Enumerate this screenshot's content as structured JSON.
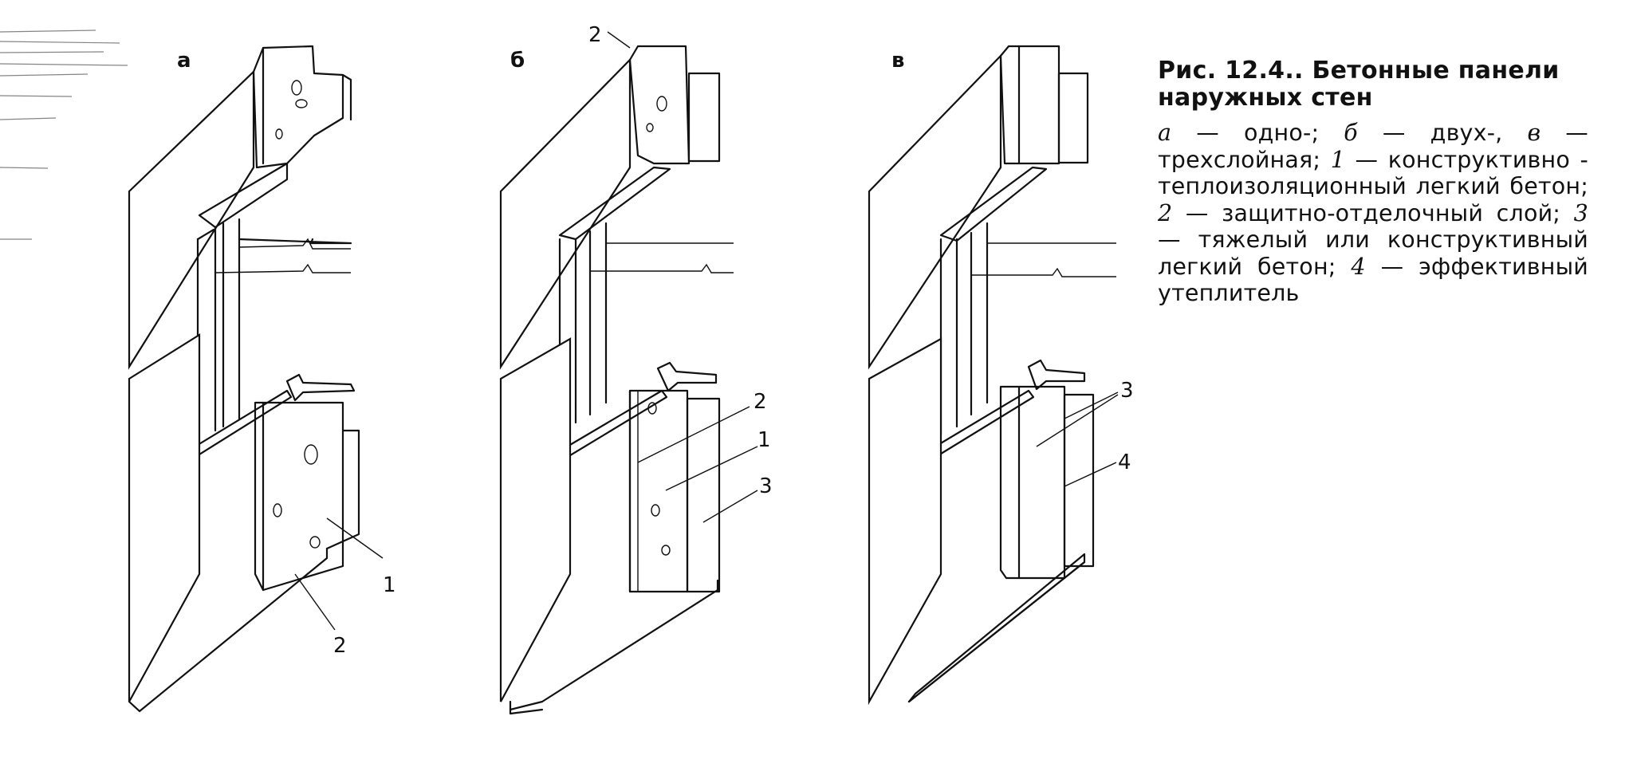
{
  "figure": {
    "panels": [
      {
        "letter": "а",
        "callouts": [
          "1",
          "2"
        ]
      },
      {
        "letter": "б",
        "callouts": [
          "2",
          "2",
          "1",
          "3"
        ]
      },
      {
        "letter": "в",
        "callouts": [
          "3",
          "4"
        ]
      }
    ]
  },
  "caption": {
    "title": "Рис. 12.4.. Бетонные панели наружных стен",
    "parts": [
      {
        "num": "а",
        "text": " — одно-; "
      },
      {
        "num": "б",
        "text": " — двух-, "
      },
      {
        "num": "в",
        "text": " — трехслойная; "
      },
      {
        "num": "1",
        "text": " — конструктивно - теплоизоляционный легкий бетон; "
      },
      {
        "num": "2",
        "text": " — защитно-отделочный слой; "
      },
      {
        "num": "3",
        "text": " — тяжелый или конструктивный легкий бетон; "
      },
      {
        "num": "4",
        "text": " — эффективный утеплитель"
      }
    ]
  },
  "colors": {
    "ink": "#111111",
    "paper": "#ffffff"
  }
}
